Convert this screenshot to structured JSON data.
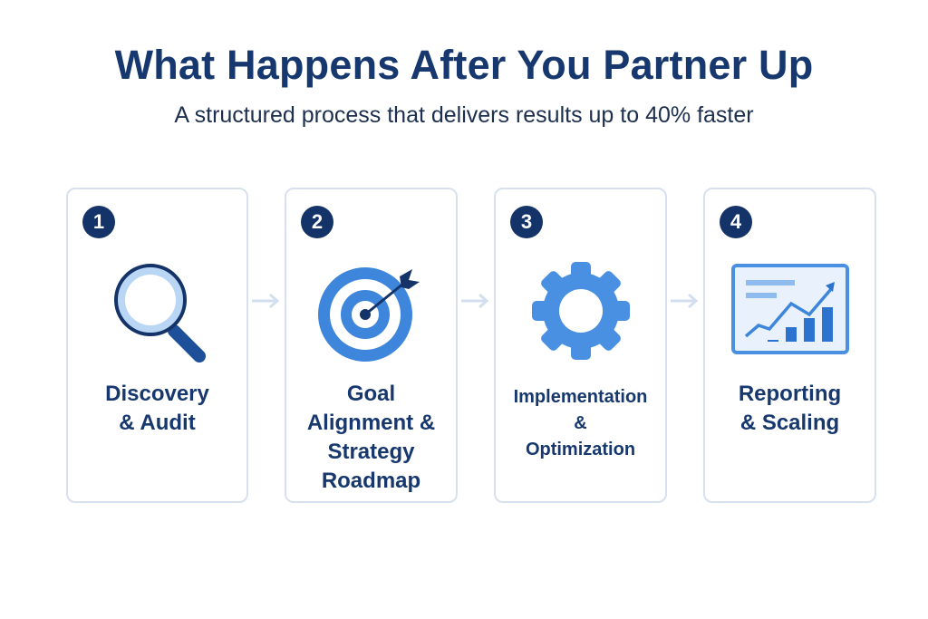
{
  "header": {
    "title": "What Happens After You Partner Up",
    "subtitle": "A structured process that delivers results up to 40% faster"
  },
  "steps": [
    {
      "number": "1",
      "label_lines": [
        "Discovery",
        "& Audit"
      ],
      "icon": "magnifier-icon"
    },
    {
      "number": "2",
      "label_lines": [
        "Goal",
        "Alignment &",
        "Strategy",
        "Roadmap"
      ],
      "icon": "target-icon"
    },
    {
      "number": "3",
      "label_lines": [
        "Implementation",
        "&",
        "Optimization"
      ],
      "icon": "gear-icon"
    },
    {
      "number": "4",
      "label_lines": [
        "Reporting",
        "& Scaling"
      ],
      "icon": "chart-icon"
    }
  ],
  "colors": {
    "navy": "#143368",
    "blue": "#3d86dc",
    "light_blue": "#b9d6f5",
    "border": "#d6e0ee"
  }
}
